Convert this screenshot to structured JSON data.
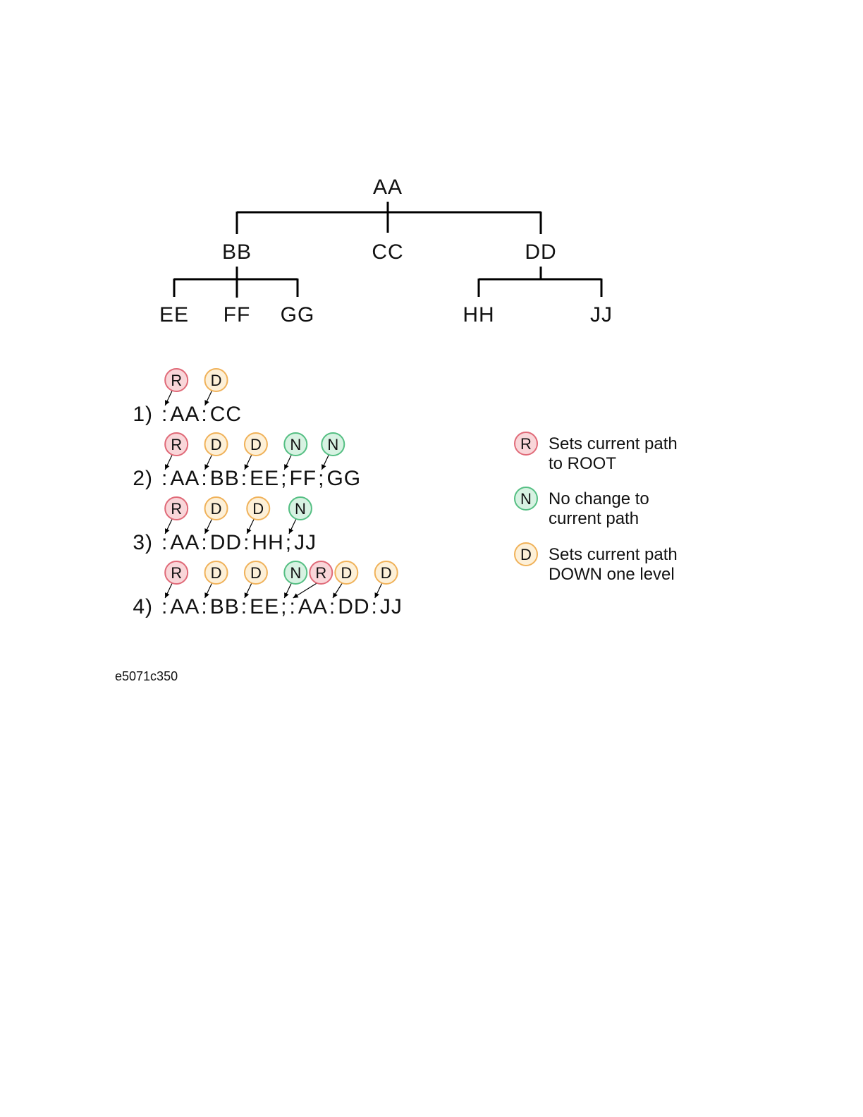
{
  "tree": {
    "root": "AA",
    "level1": [
      "BB",
      "CC",
      "DD"
    ],
    "bb_children": [
      "EE",
      "FF",
      "GG"
    ],
    "dd_children": [
      "HH",
      "JJ"
    ]
  },
  "examples": [
    {
      "num": "1)",
      "tokens": [
        ":",
        "AA",
        ":",
        "CC"
      ],
      "badges": [
        {
          "type": "R",
          "target": 0
        },
        {
          "type": "D",
          "target": 2
        }
      ]
    },
    {
      "num": "2)",
      "tokens": [
        ":",
        "AA",
        ":",
        "BB",
        ":",
        "EE",
        ";",
        "FF",
        ";",
        "GG"
      ],
      "badges": [
        {
          "type": "R",
          "target": 0
        },
        {
          "type": "D",
          "target": 2
        },
        {
          "type": "D",
          "target": 4
        },
        {
          "type": "N",
          "target": 6
        },
        {
          "type": "N",
          "target": 8
        }
      ]
    },
    {
      "num": "3)",
      "tokens": [
        ":",
        "AA",
        ":",
        "DD",
        ":",
        "HH",
        ";",
        "JJ"
      ],
      "badges": [
        {
          "type": "R",
          "target": 0
        },
        {
          "type": "D",
          "target": 2
        },
        {
          "type": "D",
          "target": 4
        },
        {
          "type": "N",
          "target": 6
        }
      ]
    },
    {
      "num": "4)",
      "tokens": [
        ":",
        "AA",
        ":",
        "BB",
        ":",
        "EE",
        ";",
        ":",
        "AA",
        ":",
        "DD",
        ":",
        "JJ"
      ],
      "badges": [
        {
          "type": "R",
          "target": 0
        },
        {
          "type": "D",
          "target": 2
        },
        {
          "type": "D",
          "target": 4
        },
        {
          "type": "N",
          "target": 6
        },
        {
          "type": "R",
          "target": 7
        },
        {
          "type": "D",
          "target": 9
        },
        {
          "type": "D",
          "target": 11
        }
      ]
    }
  ],
  "legend": [
    {
      "type": "R",
      "lines": [
        "Sets current path",
        "to ROOT"
      ]
    },
    {
      "type": "N",
      "lines": [
        "No change to",
        "current path"
      ]
    },
    {
      "type": "D",
      "lines": [
        "Sets current path",
        "DOWN one level"
      ]
    }
  ],
  "badge_styles": {
    "R": {
      "fill": "#f9d6d9",
      "stroke": "#e06a78"
    },
    "D": {
      "fill": "#fdf0d8",
      "stroke": "#f0b25a"
    },
    "N": {
      "fill": "#d7f2e2",
      "stroke": "#55bf83"
    }
  },
  "figure_id": "e5071c350"
}
